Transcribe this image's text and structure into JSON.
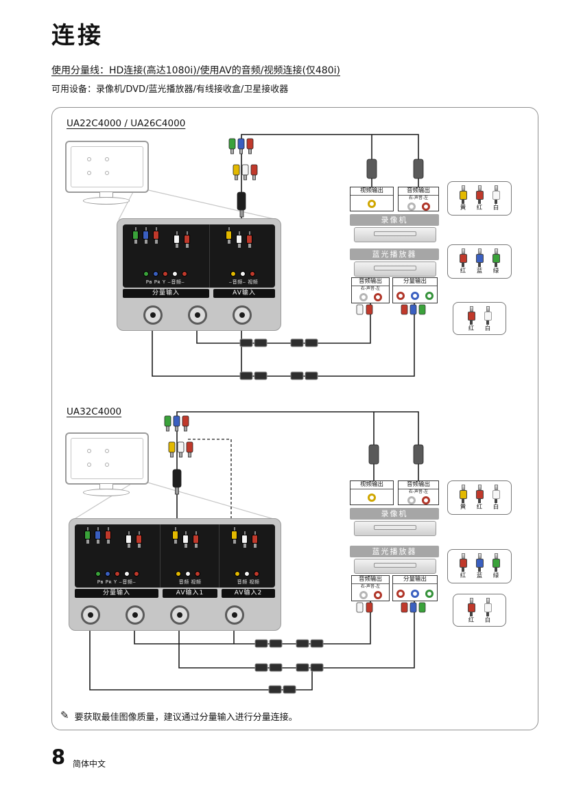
{
  "page": {
    "title": "连接",
    "subtitle": "使用分量线：HD连接(高达1080i)/使用AV的音频/视频连接(仅480i)",
    "devices_line": "可用设备：录像机/DVD/蓝光播放器/有线接收盒/卫星接收器",
    "note_icon": "✎",
    "note": "要获取最佳图像质量，建议通过分量输入进行分量连接。",
    "page_number": "8",
    "footer_label": "简体中文"
  },
  "diagram1": {
    "model": "UA22C4000 / UA26C4000",
    "panel": {
      "row_component": "Pʙ Pʀ Y ‒音频‒",
      "row_av": "‒音频‒ 视频",
      "strip_component": "分量输入",
      "strip_av": "AV输入"
    }
  },
  "diagram2": {
    "model": "UA32C4000",
    "panel": {
      "row_component": "Pʙ Pʀ Y ‒音频‒",
      "row_av1": "音频 视频",
      "row_av2": "音频 视频",
      "strip_component": "分量输入",
      "strip_av1": "AV输入1",
      "strip_av2": "AV输入2"
    }
  },
  "devices": {
    "vcr": {
      "title": "录像机",
      "video_out": "视频输出",
      "audio_out": "音频输出",
      "audio_channels": "右-声音-左"
    },
    "bluray": {
      "title": "蓝光播放器",
      "audio_out": "音频输出",
      "audio_channels": "右-声音-左",
      "component_out": "分量输出"
    }
  },
  "legend": {
    "av": [
      "黄",
      "红",
      "白"
    ],
    "component": [
      "红",
      "蓝",
      "绿"
    ],
    "audio": [
      "红",
      "白"
    ]
  },
  "colors": {
    "yellow": "#e3b900",
    "red": "#c0392b",
    "white": "#f5f5f5",
    "blue": "#3a5fc0",
    "green": "#3aa23a",
    "device_bar_gray": "#a6a6a6"
  }
}
